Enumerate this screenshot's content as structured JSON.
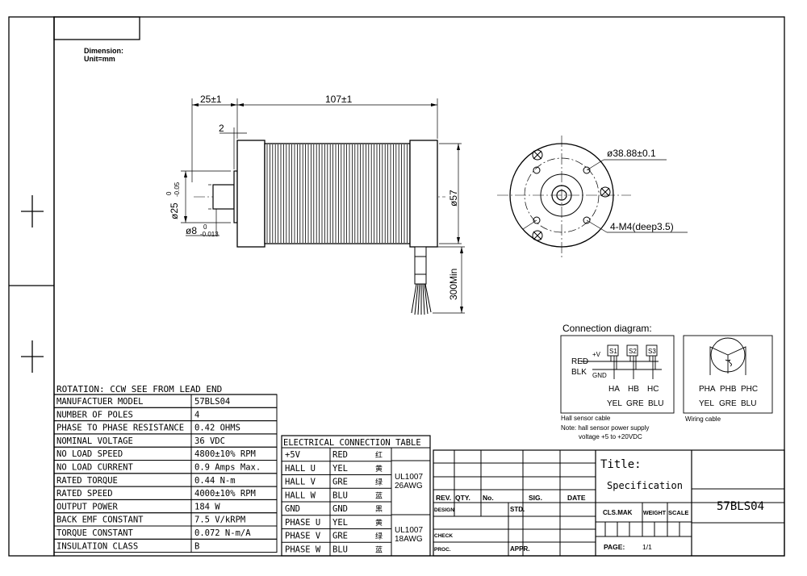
{
  "dimension_note": {
    "line1": "Dimension:",
    "line2": "Unit=mm"
  },
  "side_view": {
    "dim_shaft_length": "25±1",
    "dim_body_length": "107±1",
    "dim_flange": "2",
    "dim_pilot_dia": "ø25",
    "dim_pilot_tol_upper": "0",
    "dim_pilot_tol_lower": "-0.05",
    "dim_shaft_dia": "ø8",
    "dim_shaft_tol_upper": "0",
    "dim_shaft_tol_lower": "-0.013",
    "dim_body_dia": "ø57",
    "dim_lead_length": "300Min"
  },
  "front_view": {
    "dim_bolt_circle": "ø38.88±0.1",
    "dim_holes": "4-M4(deep3.5)"
  },
  "connection": {
    "title": "Connection diagram:",
    "hall": {
      "plus_v": "+V",
      "gnd": "GND",
      "red": "RED",
      "blk": "BLK",
      "sensors": [
        "S1",
        "S2",
        "S3"
      ],
      "signals": [
        "HA",
        "HB",
        "HC"
      ],
      "colors": [
        "YEL",
        "GRE",
        "BLU"
      ],
      "caption": "Hall sensor cable",
      "note1": "Note: hall sensor power supply",
      "note2": "voltage +5 to +20VDC"
    },
    "wiring": {
      "phases": [
        "PHA",
        "PHB",
        "PHC"
      ],
      "colors": [
        "YEL",
        "GRE",
        "BLU"
      ],
      "caption": "Wiring cable"
    }
  },
  "spec": {
    "rotation": "ROTATION: CCW SEE FROM LEAD END",
    "rows": [
      {
        "label": "MANUFACTUER MODEL",
        "value": "57BLS04"
      },
      {
        "label": "NUMBER OF POLES",
        "value": "4"
      },
      {
        "label": "PHASE TO PHASE RESISTANCE",
        "value": "0.42 OHMS"
      },
      {
        "label": "NOMINAL VOLTAGE",
        "value": "36 VDC"
      },
      {
        "label": "NO LOAD SPEED",
        "value": "4800±10% RPM"
      },
      {
        "label": "NO LOAD CURRENT",
        "value": "0.9 Amps Max."
      },
      {
        "label": "RATED TORQUE",
        "value": "0.44 N-m"
      },
      {
        "label": "RATED SPEED",
        "value": "4000±10% RPM"
      },
      {
        "label": "OUTPUT POWER",
        "value": "184 W"
      },
      {
        "label": "BACK EMF CONSTANT",
        "value": "7.5 V/kRPM"
      },
      {
        "label": "TORQUE CONSTANT",
        "value": "0.072 N-m/A"
      },
      {
        "label": "INSULATION CLASS",
        "value": "B"
      }
    ]
  },
  "elec": {
    "title": "ELECTRICAL CONNECTION TABLE",
    "rows": [
      {
        "name": "+5V",
        "color": "RED",
        "cn": "红"
      },
      {
        "name": "HALL U",
        "color": "YEL",
        "cn": "黄"
      },
      {
        "name": "HALL V",
        "color": "GRE",
        "cn": "绿"
      },
      {
        "name": "HALL W",
        "color": "BLU",
        "cn": "蓝"
      },
      {
        "name": "GND",
        "color": "GND",
        "cn": "黑"
      },
      {
        "name": "PHASE U",
        "color": "YEL",
        "cn": "黄"
      },
      {
        "name": "PHASE V",
        "color": "GRE",
        "cn": "绿"
      },
      {
        "name": "PHASE W",
        "color": "BLU",
        "cn": "蓝"
      }
    ],
    "cable1": [
      "UL1007",
      "26AWG"
    ],
    "cable2": [
      "UL1007",
      "18AWG"
    ]
  },
  "titleblock": {
    "title_label": "Title:",
    "title_value": "Specification",
    "model": "57BLS04",
    "rev": "REV.",
    "qty": "QTY.",
    "no": "No.",
    "sig": "SIG.",
    "date": "DATE",
    "design": "DESIGN",
    "std": "STD.",
    "check": "CHECK",
    "proc": "PROC.",
    "appr": "APPR.",
    "cls_mak": "CLS.MAK",
    "weight": "WEIGHT",
    "scale": "SCALE",
    "page_label": "PAGE:",
    "page_value": "1/1"
  }
}
